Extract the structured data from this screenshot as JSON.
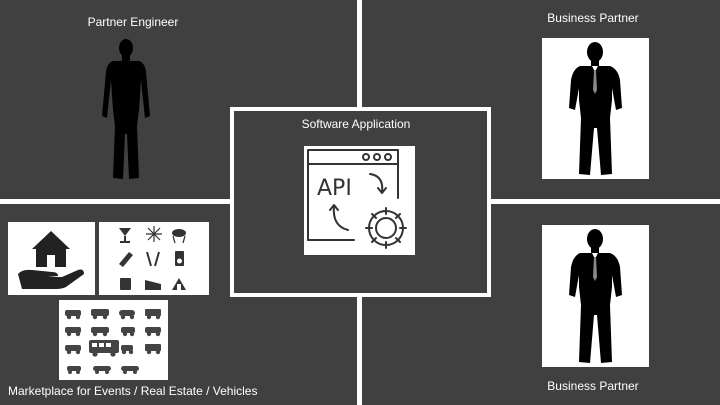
{
  "colors": {
    "panel": "#404040",
    "divider": "#ffffff",
    "label": "#ffffff",
    "silhouette": "#000000"
  },
  "quadrants": {
    "top_left": {
      "label": "Partner Engineer",
      "image_icon": "partner-engineer-silhouette-icon"
    },
    "top_right": {
      "label": "Business Partner",
      "image_icon": "business-partner-silhouette-icon"
    },
    "bottom_right": {
      "label": "Business Partner",
      "image_icon": "business-partner-silhouette-icon"
    },
    "bottom_left": {
      "label": "Marketplace for  Events / Real Estate / Vehicles",
      "images": [
        "house-in-hand-icon",
        "events-icons-grid",
        "vehicles-icons-grid"
      ]
    }
  },
  "center": {
    "title": "Software Application",
    "api_text": "API",
    "image_icon": "api-gear-window-icon"
  }
}
